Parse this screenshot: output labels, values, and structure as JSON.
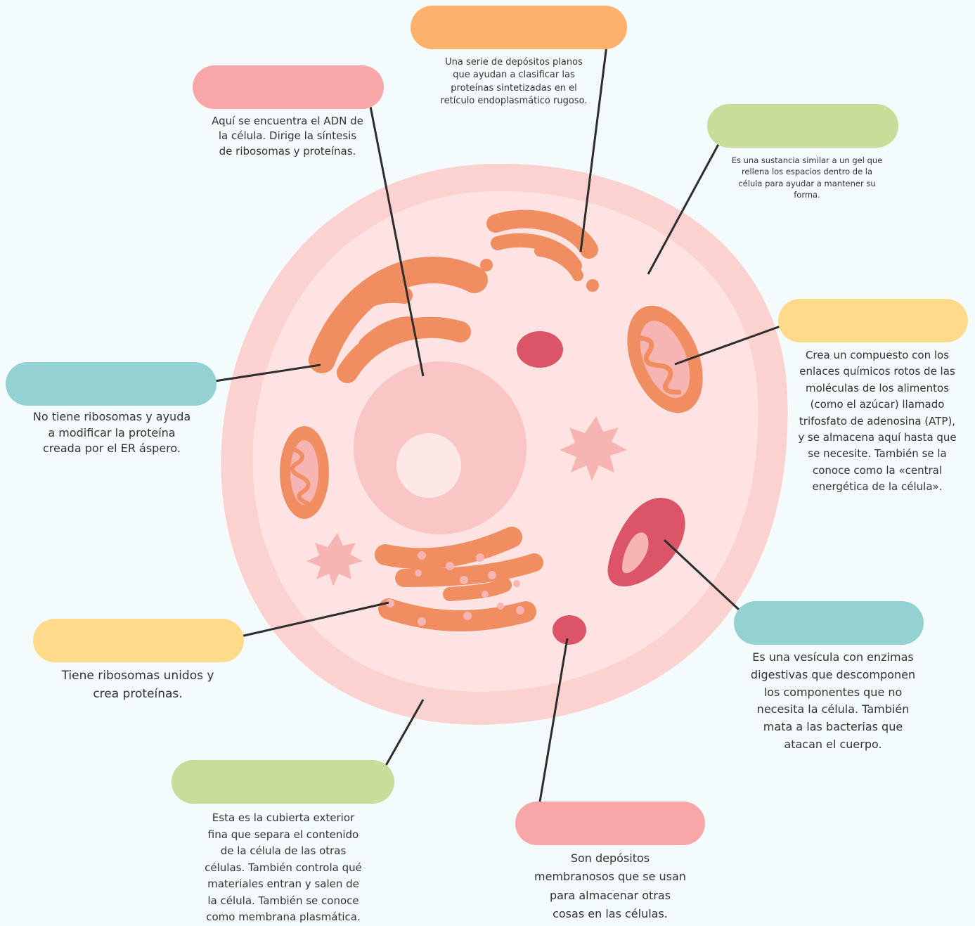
{
  "colors": {
    "background": "#f4fbfc",
    "cell_outer": "#fbd2d0",
    "cytoplasm": "#fde4e3",
    "nucleus": "#f9c5c5",
    "nucleolus": "#fde7e7",
    "organelle_orange": "#f08e62",
    "organelle_inner": "#f6b5b3",
    "vacuole_red": "#dc5566",
    "pill_orange": "#fcb26c",
    "pill_pink": "#f8a7a8",
    "pill_green": "#c9dc99",
    "pill_yellow": "#fddb8b",
    "pill_teal": "#93d2d3",
    "leader_line": "#2d2d2d"
  },
  "labels": [
    {
      "id": "golgi",
      "pill_color": "pill_orange",
      "text": [
        "Una serie de depósitos planos",
        "que ayudan a clasificar las",
        "proteínas sintetizadas en el",
        "retículo endoplasmático rugoso."
      ]
    },
    {
      "id": "nucleus",
      "pill_color": "pill_pink",
      "text": [
        "Aquí se encuentra el ADN de",
        "la célula. Dirige la síntesis",
        "de ribosomas y proteínas."
      ]
    },
    {
      "id": "cytoplasm",
      "pill_color": "pill_green",
      "text": [
        "Es una sustancia similar a un gel que",
        "rellena los espacios dentro de la",
        "célula para ayudar a mantener su",
        "forma."
      ]
    },
    {
      "id": "mitochondria",
      "pill_color": "pill_yellow",
      "text": [
        "Crea un compuesto con los",
        "enlaces químicos rotos de las",
        "moléculas de los alimentos",
        "(como el azúcar) llamado",
        "trifosfato de adenosina (ATP),",
        "y se almacena aquí hasta que",
        "se necesite. También se la",
        "conoce como la «central",
        "energética de la célula»."
      ]
    },
    {
      "id": "smooth-er",
      "pill_color": "pill_teal",
      "text": [
        "No tiene ribosomas y ayuda",
        "a modificar la proteína",
        "creada por el ER áspero."
      ]
    },
    {
      "id": "rough-er",
      "pill_color": "pill_yellow",
      "text": [
        "Tiene ribosomas unidos y",
        "crea proteínas."
      ]
    },
    {
      "id": "lysosome",
      "pill_color": "pill_teal",
      "text": [
        "Es una vesícula con enzimas",
        "digestivas que descomponen",
        "los componentes que no",
        "necesita la célula. También",
        "mata a las bacterias que",
        "atacan el cuerpo."
      ]
    },
    {
      "id": "cell-membrane",
      "pill_color": "pill_green",
      "text": [
        "Esta es la cubierta exterior",
        "fina que separa el contenido",
        "de la célula de las otras",
        "células. También controla qué",
        "materiales entran y salen de",
        "la célula. También se conoce",
        "como membrana plasmática."
      ]
    },
    {
      "id": "vacuole",
      "pill_color": "pill_pink",
      "text": [
        "Son depósitos",
        "membranosos que se usan",
        "para almacenar otras",
        "cosas en las células."
      ]
    }
  ]
}
